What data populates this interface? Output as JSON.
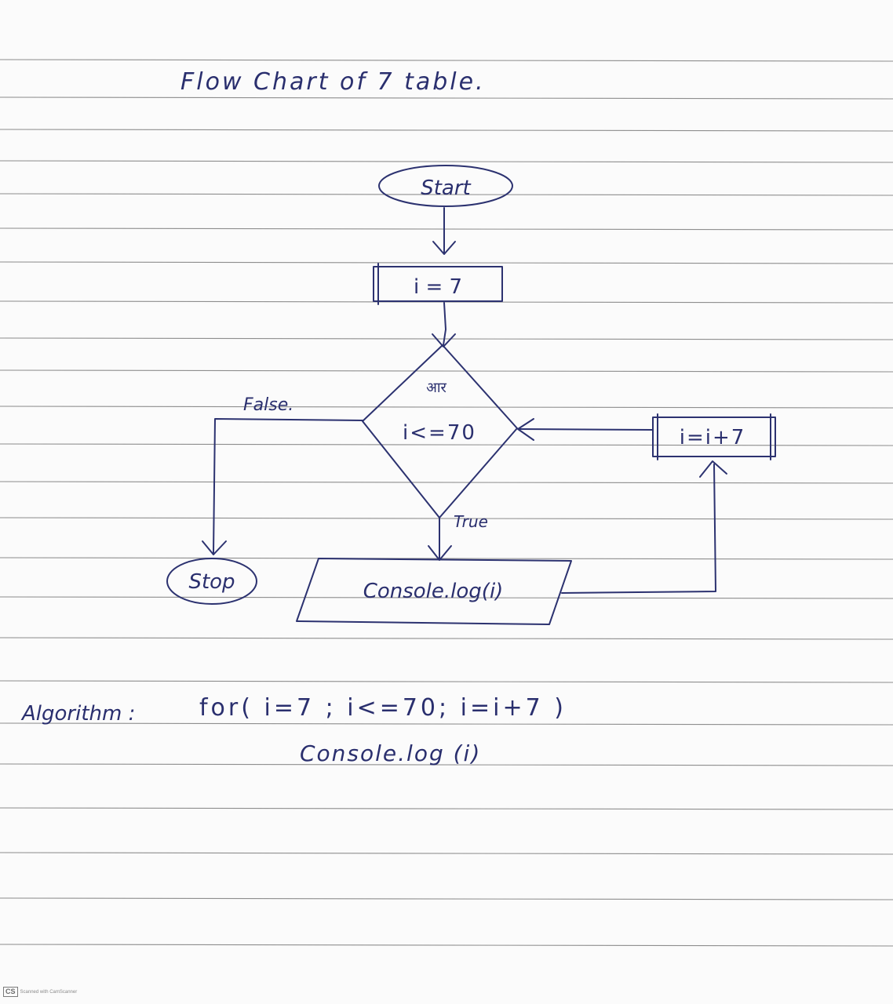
{
  "title": "Flow Chart of 7 table.",
  "nodes": {
    "start": "Start",
    "init": "i = 7",
    "condition_mark": "आर",
    "condition": "i<=70",
    "update": "i=i+7",
    "output": "Console.log(i)",
    "stop": "Stop"
  },
  "edges": {
    "false_label": "False.",
    "true_label": "True"
  },
  "algorithm": {
    "label": "Algorithm :",
    "line1": "for( i=7 ; i<=70; i=i+7 )",
    "line2": "Console.log (i)"
  },
  "scanner": {
    "badge": "CS",
    "text": "Scanned with CamScanner"
  },
  "colors": {
    "ink": "#2c3270",
    "paper": "#fbfbfb",
    "rule": "#8e8e8e"
  }
}
